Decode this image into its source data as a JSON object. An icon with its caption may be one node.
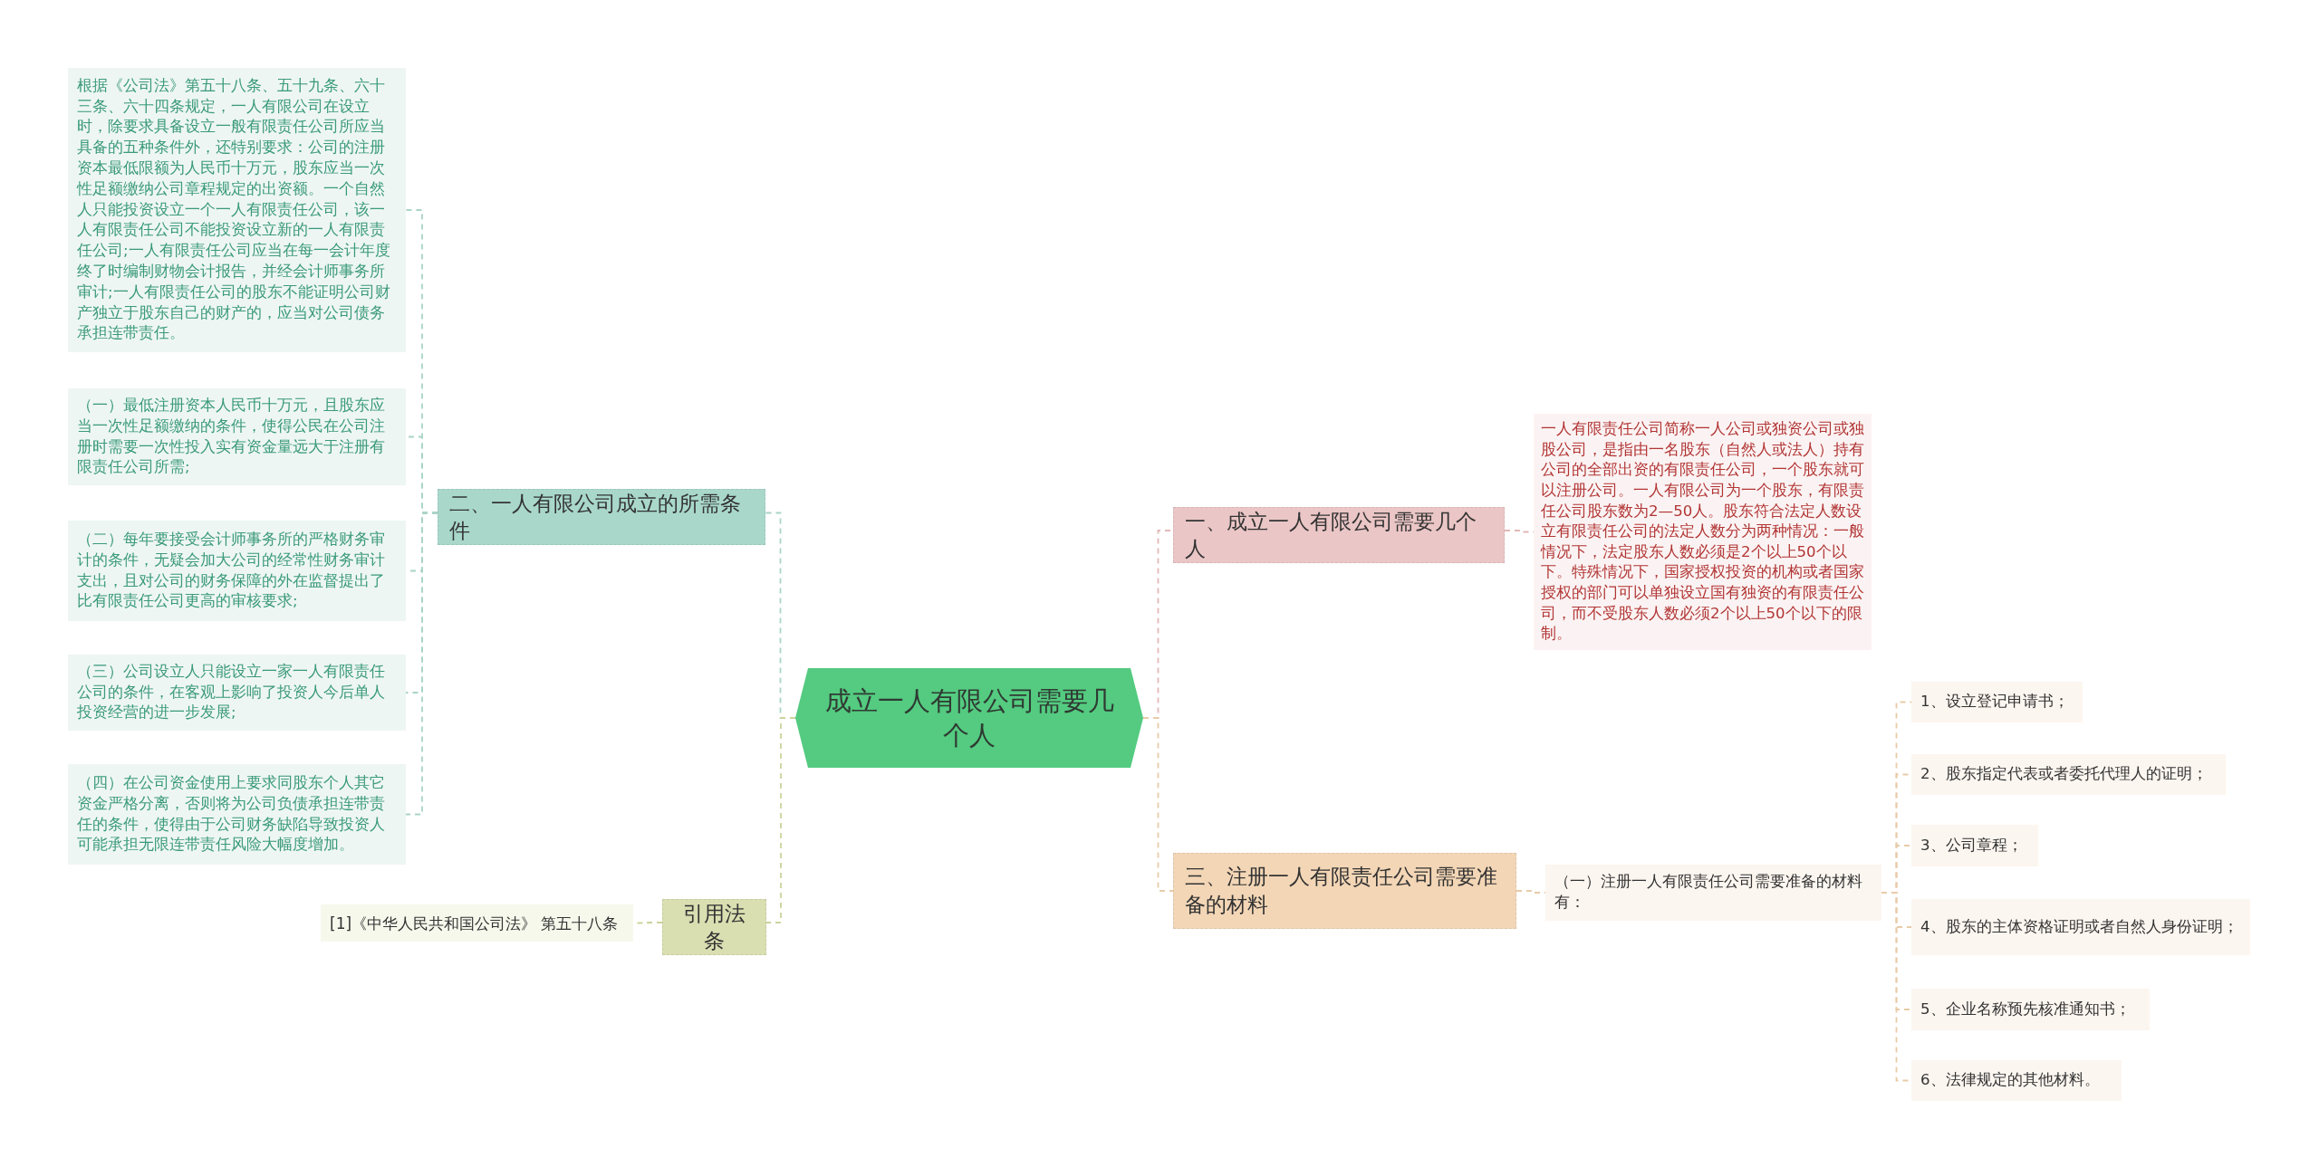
{
  "diagram": {
    "nodes": [
      {
        "text": [
          "成立一人有限公司需要几个人"
        ]
      },
      {
        "text": [
          "一、成立一人有限公司需要几个人"
        ]
      },
      {
        "text": [
          "一人有限责任公司简称一人公司或独资公司或独股公司，是指由一名股东（自然人或法人）持有公司的全部出资的有限责任公司，一个股东就可以注册公司。一人有限公司为一个股东，有限责任公司股东数为2—50人。股东符合法定人数设立有限责任公司的法定人数分为两种情况：一般情况下，法定股东人数必须是2个以上50个以下。特殊情况下，国家授权投资的机构或者国家授权的部门可以单独设立国有独资的有限责任公司，而不受股东人数必须2个以上50个以下的限制。"
        ]
      },
      {
        "text": [
          "二、一人有限公司成立的所需条件"
        ]
      },
      {
        "text": [
          "根据《公司法》第五十八条、五十九条、六十三条、六十四条规定，一人有限公司在设立时，除要求具备设立一般有限责任公司所应当具备的五种条件外，还特别要求：公司的注册资本最低限额为人民币十万元，股东应当一次性足额缴纳公司章程规定的出资额。一个自然人只能投资设立一个一人有限责任公司，该一人有限责任公司不能投资设立新的一人有限责任公司;一人有限责任公司应当在每一会计年度终了时编制财物会计报告，并经会计师事务所审计;一人有限责任公司的股东不能证明公司财产独立于股东自己的财产的，应当对公司债务承担连带责任。"
        ]
      },
      {
        "text": [
          "（一）最低注册资本人民币十万元，且股东应当一次性足额缴纳的条件，使得公民在公司注册时需要一次性投入实有资金量远大于注册有限责任公司所需;"
        ]
      },
      {
        "text": [
          "（二）每年要接受会计师事务所的严格财务审计的条件，无疑会加大公司的经常性财务审计支出，且对公司的财务保障的外在监督提出了比有限责任公司更高的审核要求;"
        ]
      },
      {
        "text": [
          "（三）公司设立人只能设立一家一人有限责任公司的条件，在客观上影响了投资人今后单人投资经营的进一步发展;"
        ]
      },
      {
        "text": [
          "（四）在公司资金使用上要求同股东个人其它资金严格分离，否则将为公司负债承担连带责任的条件，使得由于公司财务缺陷导致投资人可能承担无限连带责任风险大幅度增加。"
        ]
      },
      {
        "text": [
          "三、注册一人有限责任公司需要准备的材料"
        ]
      },
      {
        "text": [
          "（一）注册一人有限责任公司需要准备的材料有："
        ]
      },
      {
        "text": [
          "1、设立登记申请书；"
        ]
      },
      {
        "text": [
          "2、股东指定代表或者委托代理人的证明；"
        ]
      },
      {
        "text": [
          "3、公司章程；"
        ]
      },
      {
        "text": [
          "4、股东的主体资格证明或者自然人身份证明；"
        ]
      },
      {
        "text": [
          "5、企业名称预先核准通知书；"
        ]
      },
      {
        "text": [
          "6、法律规定的其他材料。"
        ]
      },
      {
        "text": [
          "引用法条"
        ]
      },
      {
        "text": [
          "[1]《中华人民共和国公司法》 第五十八条"
        ]
      }
    ],
    "edges": [
      {
        "from": 0,
        "to": 1,
        "arrow": "none",
        "style": "dashed",
        "color": "#e3b8b8"
      },
      {
        "from": 1,
        "to": 2,
        "arrow": "none",
        "style": "dashed",
        "color": "#e3b8b8"
      },
      {
        "from": 0,
        "to": 3,
        "arrow": "none",
        "style": "dashed",
        "color": "#a9d4c7"
      },
      {
        "from": 3,
        "to": 4,
        "arrow": "none",
        "style": "dashed",
        "color": "#a9d4c7"
      },
      {
        "from": 3,
        "to": 5,
        "arrow": "none",
        "style": "dashed",
        "color": "#a9d4c7"
      },
      {
        "from": 3,
        "to": 6,
        "arrow": "none",
        "style": "dashed",
        "color": "#a9d4c7"
      },
      {
        "from": 3,
        "to": 7,
        "arrow": "none",
        "style": "dashed",
        "color": "#a9d4c7"
      },
      {
        "from": 3,
        "to": 8,
        "arrow": "none",
        "style": "dashed",
        "color": "#a9d4c7"
      },
      {
        "from": 0,
        "to": 9,
        "arrow": "none",
        "style": "dashed",
        "color": "#e8cba8"
      },
      {
        "from": 9,
        "to": 10,
        "arrow": "none",
        "style": "dashed",
        "color": "#e8cba8"
      },
      {
        "from": 10,
        "to": 11,
        "arrow": "none",
        "style": "dashed",
        "color": "#e8cba8"
      },
      {
        "from": 10,
        "to": 12,
        "arrow": "none",
        "style": "dashed",
        "color": "#e8cba8"
      },
      {
        "from": 10,
        "to": 13,
        "arrow": "none",
        "style": "dashed",
        "color": "#e8cba8"
      },
      {
        "from": 10,
        "to": 14,
        "arrow": "none",
        "style": "dashed",
        "color": "#e8cba8"
      },
      {
        "from": 10,
        "to": 15,
        "arrow": "none",
        "style": "dashed",
        "color": "#e8cba8"
      },
      {
        "from": 10,
        "to": 16,
        "arrow": "none",
        "style": "dashed",
        "color": "#e8cba8"
      },
      {
        "from": 0,
        "to": 17,
        "arrow": "none",
        "style": "dashed",
        "color": "#cdd39c"
      },
      {
        "from": 17,
        "to": 18,
        "arrow": "none",
        "style": "dashed",
        "color": "#cdd39c"
      }
    ]
  }
}
